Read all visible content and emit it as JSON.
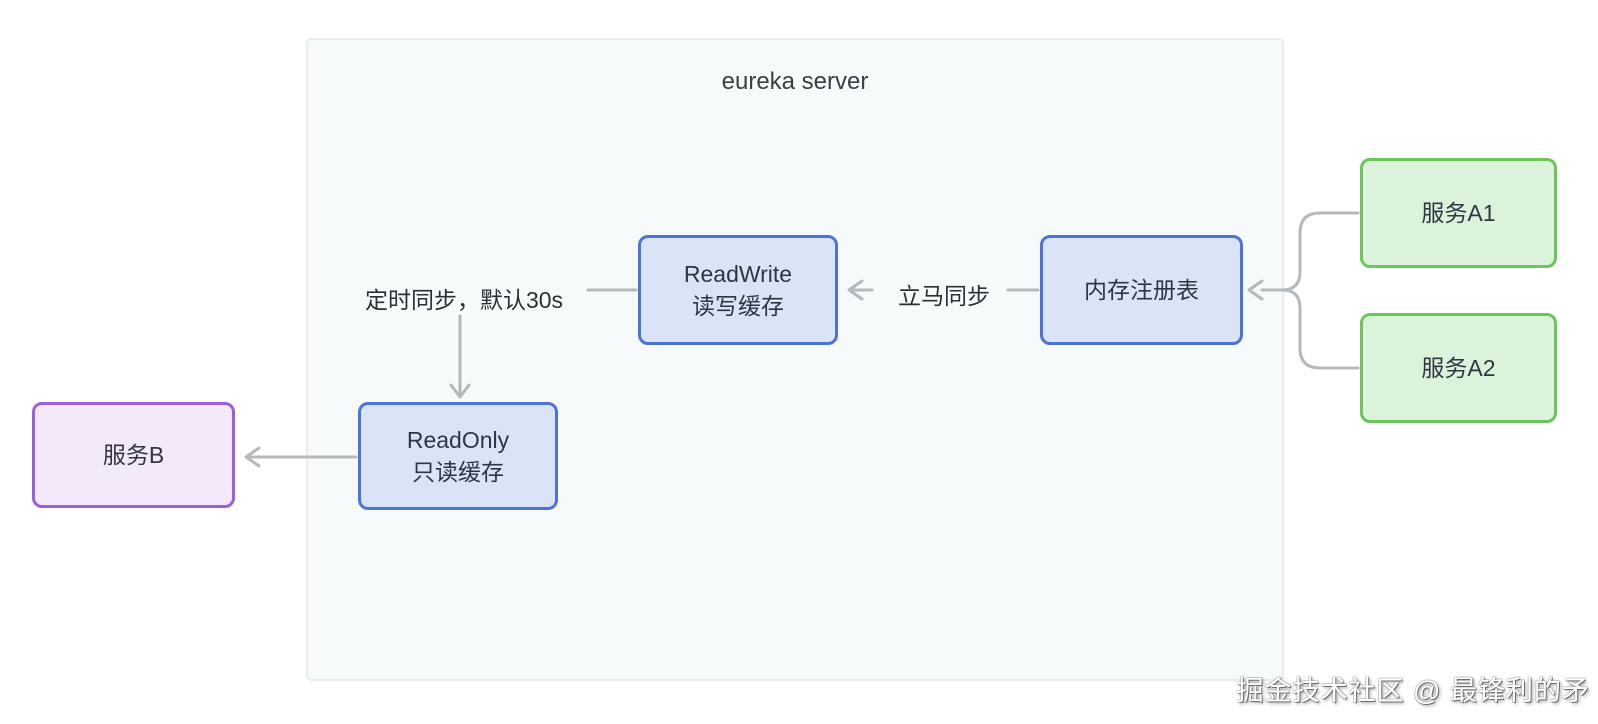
{
  "diagram": {
    "container": {
      "label": "eureka server"
    },
    "nodes": {
      "read_write": {
        "line1": "ReadWrite",
        "line2": "读写缓存"
      },
      "registry": {
        "label": "内存注册表"
      },
      "read_only": {
        "line1": "ReadOnly",
        "line2": "只读缓存"
      },
      "service_b": {
        "label": "服务B"
      },
      "service_a1": {
        "label": "服务A1"
      },
      "service_a2": {
        "label": "服务A2"
      }
    },
    "edge_labels": {
      "timed_sync": "定时同步，默认30s",
      "immediate_sync": "立马同步"
    },
    "watermark": "掘金技术社区 @ 最锋利的矛",
    "colors": {
      "blue_border": "#4e73d6",
      "blue_fill": "#dbe4f7",
      "green_border": "#6ec45c",
      "green_fill": "#daf3da",
      "purple_border": "#9b5fe0",
      "purple_fill": "#f3e9fb",
      "container_fill": "#f7fafa",
      "container_border": "#ececec",
      "connector_line": "#b5b8bc",
      "node_text": "#2f3542"
    }
  }
}
